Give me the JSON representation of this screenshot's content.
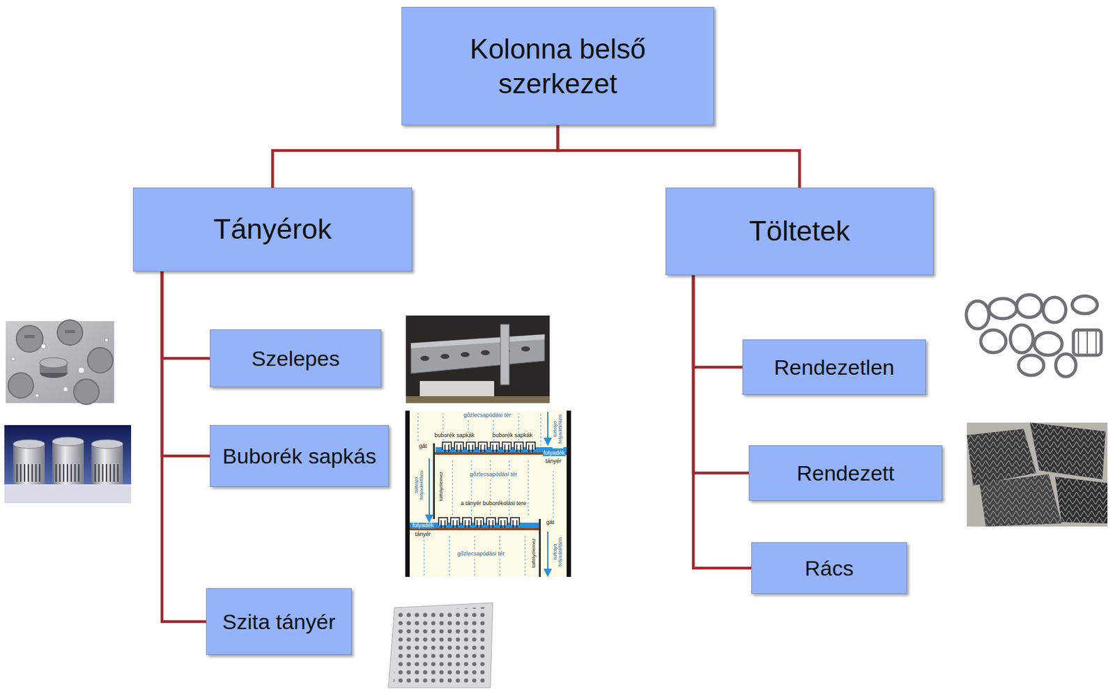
{
  "diagram": {
    "nodes": [
      {
        "text": [
          "Kolonna belső szerkezet"
        ]
      },
      {
        "text": [
          "Tányérok"
        ]
      },
      {
        "text": [
          "Töltetek"
        ]
      },
      {
        "text": [
          "Szelepes"
        ]
      },
      {
        "text": [
          "Buborék sapkás"
        ]
      },
      {
        "text": [
          "Szita tányér"
        ]
      },
      {
        "text": [
          "Rendezetlen"
        ]
      },
      {
        "text": [
          "Rendezett"
        ]
      },
      {
        "text": [
          "Rács"
        ]
      }
    ],
    "edges": [
      {
        "from": 0,
        "to": 1,
        "arrow": "none"
      },
      {
        "from": 0,
        "to": 2,
        "arrow": "none"
      },
      {
        "from": 1,
        "to": 3,
        "arrow": "none"
      },
      {
        "from": 1,
        "to": 4,
        "arrow": "none"
      },
      {
        "from": 1,
        "to": 5,
        "arrow": "none"
      },
      {
        "from": 2,
        "to": 6,
        "arrow": "none"
      },
      {
        "from": 2,
        "to": 7,
        "arrow": "none"
      },
      {
        "from": 2,
        "to": 8,
        "arrow": "none"
      }
    ],
    "labels": [
      "gőzlecsapódási tér",
      "túlfolyó folyadékfázis",
      "buborék sapkák",
      "buborék sapkák",
      "gát",
      "folyadék",
      "tányér",
      "túlfolyólemez",
      "túlfolyó folyadékfázis",
      "gőzlecsapódási tér",
      "a tányér buborékolási tere",
      "folyadék",
      "gát",
      "tányér",
      "gőzlecsapódási tér",
      "túlfolyólemez",
      "túlfolyó folyadékfázis"
    ]
  }
}
